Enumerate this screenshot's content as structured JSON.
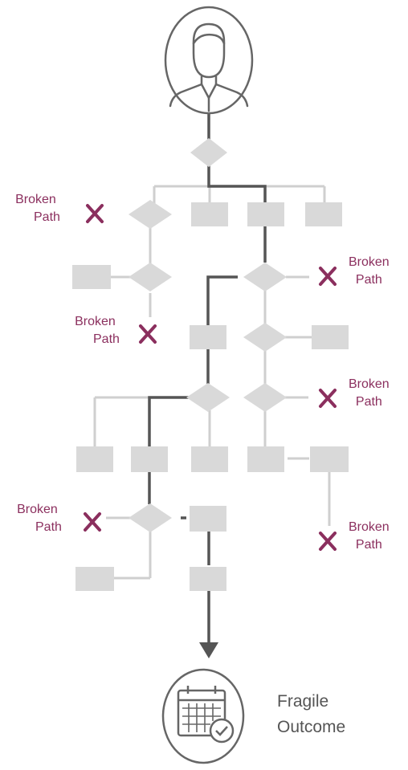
{
  "broken_label": {
    "line1": "Broken",
    "line2": "Path"
  },
  "outcome_label": {
    "line1": "Fragile",
    "line2": "Outcome"
  },
  "colors": {
    "accent": "#8b2f5e",
    "node": "#d9d9d9",
    "line_light": "#cfcfcf",
    "line_dark": "#555555",
    "icon_stroke": "#666666"
  },
  "icons": {
    "start": "person-icon",
    "end": "calendar-check-icon",
    "break": "x-mark-icon"
  }
}
